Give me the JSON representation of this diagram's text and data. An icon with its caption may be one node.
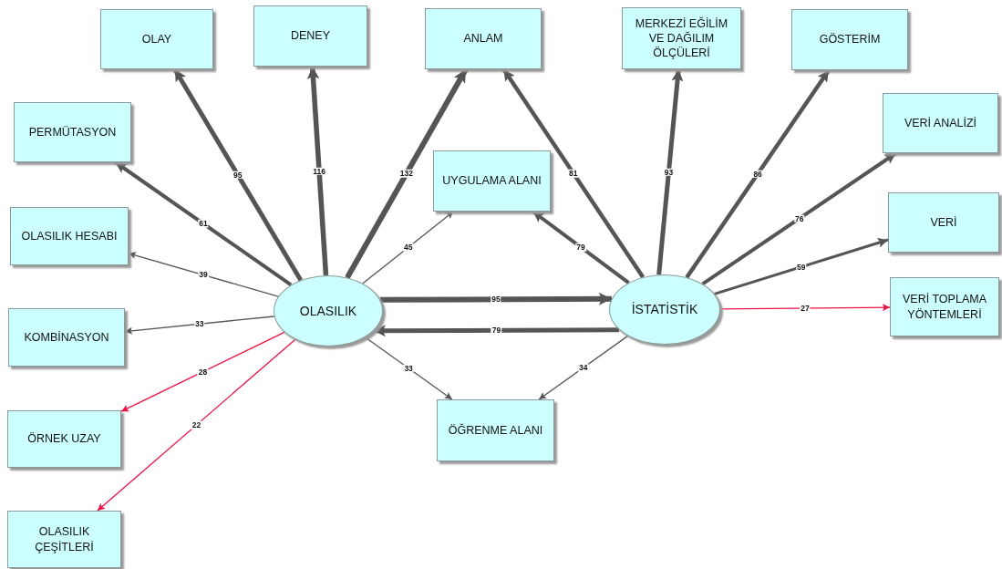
{
  "diagram": {
    "nodes": [
      {
        "text": [
          "OLAY"
        ]
      },
      {
        "text": [
          "DENEY"
        ]
      },
      {
        "text": [
          "ANLAM"
        ]
      },
      {
        "text": [
          "MERKEZİ EĞİLİM VE DAĞILIM ÖLÇÜLERİ"
        ]
      },
      {
        "text": [
          "GÖSTERİM"
        ]
      },
      {
        "text": [
          "PERMÜTASYON"
        ]
      },
      {
        "text": [
          "VERİ ANALİZİ"
        ]
      },
      {
        "text": [
          "UYGULAMA ALANI"
        ]
      },
      {
        "text": [
          "OLASILIK HESABI"
        ]
      },
      {
        "text": [
          "VERİ"
        ]
      },
      {
        "text": [
          "OLASILIK"
        ]
      },
      {
        "text": [
          "İSTATİSTİK"
        ]
      },
      {
        "text": [
          "KOMBİNASYON"
        ]
      },
      {
        "text": [
          "VERİ TOPLAMA YÖNTEMLERİ"
        ]
      },
      {
        "text": [
          "ÖĞRENME ALANI"
        ]
      },
      {
        "text": [
          "ÖRNEK UZAY"
        ]
      },
      {
        "text": [
          "OLASILIK ÇEŞİTLERİ"
        ]
      }
    ],
    "edges": [
      {
        "from": 10,
        "to": 0,
        "arrow": "to",
        "label": "95"
      },
      {
        "from": 10,
        "to": 1,
        "arrow": "to",
        "label": "116"
      },
      {
        "from": 10,
        "to": 2,
        "arrow": "to",
        "label": "132"
      },
      {
        "from": 10,
        "to": 5,
        "arrow": "to",
        "label": "61"
      },
      {
        "from": 10,
        "to": 8,
        "arrow": "to",
        "label": "39"
      },
      {
        "from": 10,
        "to": 7,
        "arrow": "to",
        "label": "45"
      },
      {
        "from": 10,
        "to": 12,
        "arrow": "to",
        "label": "33"
      },
      {
        "from": 10,
        "to": 11,
        "arrow": "to",
        "label": "95"
      },
      {
        "from": 11,
        "to": 10,
        "arrow": "to",
        "label": "79"
      },
      {
        "from": 10,
        "to": 14,
        "arrow": "to",
        "label": "33"
      },
      {
        "from": 10,
        "to": 15,
        "arrow": "to",
        "label": "28",
        "color": "#ee1144"
      },
      {
        "from": 10,
        "to": 16,
        "arrow": "to",
        "label": "22",
        "color": "#ee1144"
      },
      {
        "from": 11,
        "to": 2,
        "arrow": "to",
        "label": "81"
      },
      {
        "from": 11,
        "to": 3,
        "arrow": "to",
        "label": "93"
      },
      {
        "from": 11,
        "to": 4,
        "arrow": "to",
        "label": "86"
      },
      {
        "from": 11,
        "to": 6,
        "arrow": "to",
        "label": "76"
      },
      {
        "from": 11,
        "to": 9,
        "arrow": "to",
        "label": "59"
      },
      {
        "from": 11,
        "to": 7,
        "arrow": "to",
        "label": "79"
      },
      {
        "from": 11,
        "to": 13,
        "arrow": "to",
        "label": "27",
        "color": "#ee1144"
      },
      {
        "from": 11,
        "to": 14,
        "arrow": "to",
        "label": "34"
      }
    ]
  }
}
